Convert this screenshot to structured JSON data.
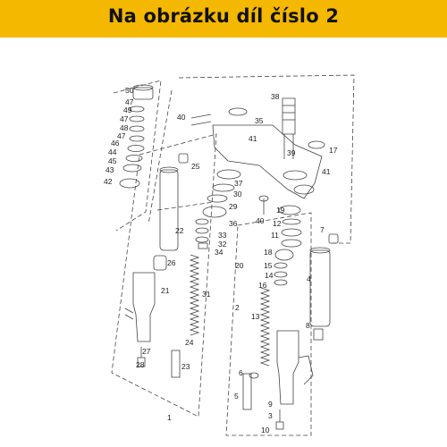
{
  "banner": {
    "title": "Na obrázku díl číslo 2",
    "background": "#f5b800",
    "text_color": "#111111"
  },
  "diagram": {
    "line_color": "#444444",
    "parts": [
      {
        "id": "p50",
        "label": "50"
      },
      {
        "id": "p47a",
        "label": "47"
      },
      {
        "id": "p49",
        "label": "49"
      },
      {
        "id": "p47b",
        "label": "47"
      },
      {
        "id": "p48",
        "label": "48"
      },
      {
        "id": "p47c",
        "label": "47"
      },
      {
        "id": "p46",
        "label": "46"
      },
      {
        "id": "p44",
        "label": "44"
      },
      {
        "id": "p45",
        "label": "45"
      },
      {
        "id": "p43",
        "label": "43"
      },
      {
        "id": "p42",
        "label": "42"
      },
      {
        "id": "p40a",
        "label": "40"
      },
      {
        "id": "p35",
        "label": "35"
      },
      {
        "id": "p38",
        "label": "38"
      },
      {
        "id": "p41a",
        "label": "41"
      },
      {
        "id": "p17",
        "label": "17"
      },
      {
        "id": "p39",
        "label": "39"
      },
      {
        "id": "p41b",
        "label": "41"
      },
      {
        "id": "p25",
        "label": "25"
      },
      {
        "id": "p37",
        "label": "37"
      },
      {
        "id": "p30",
        "label": "30"
      },
      {
        "id": "p29",
        "label": "29"
      },
      {
        "id": "p36",
        "label": "36"
      },
      {
        "id": "p33",
        "label": "33"
      },
      {
        "id": "p32",
        "label": "32"
      },
      {
        "id": "p34",
        "label": "34"
      },
      {
        "id": "p22",
        "label": "22"
      },
      {
        "id": "p26",
        "label": "26"
      },
      {
        "id": "p21",
        "label": "21"
      },
      {
        "id": "p20",
        "label": "20"
      },
      {
        "id": "p31",
        "label": "31"
      },
      {
        "id": "p24",
        "label": "24"
      },
      {
        "id": "p27",
        "label": "27"
      },
      {
        "id": "p28",
        "label": "28"
      },
      {
        "id": "p23",
        "label": "23"
      },
      {
        "id": "p1",
        "label": "1"
      },
      {
        "id": "p40b",
        "label": "40"
      },
      {
        "id": "p19",
        "label": "19"
      },
      {
        "id": "p12",
        "label": "12"
      },
      {
        "id": "p11",
        "label": "11"
      },
      {
        "id": "p18",
        "label": "18"
      },
      {
        "id": "p15",
        "label": "15"
      },
      {
        "id": "p14",
        "label": "14"
      },
      {
        "id": "p16",
        "label": "16"
      },
      {
        "id": "p7",
        "label": "7"
      },
      {
        "id": "p4",
        "label": "4"
      },
      {
        "id": "p2",
        "label": "2"
      },
      {
        "id": "p13",
        "label": "13"
      },
      {
        "id": "p8",
        "label": "8"
      },
      {
        "id": "p6",
        "label": "6"
      },
      {
        "id": "p5",
        "label": "5"
      },
      {
        "id": "p9",
        "label": "9"
      },
      {
        "id": "p3",
        "label": "3"
      },
      {
        "id": "p10",
        "label": "10"
      }
    ]
  }
}
